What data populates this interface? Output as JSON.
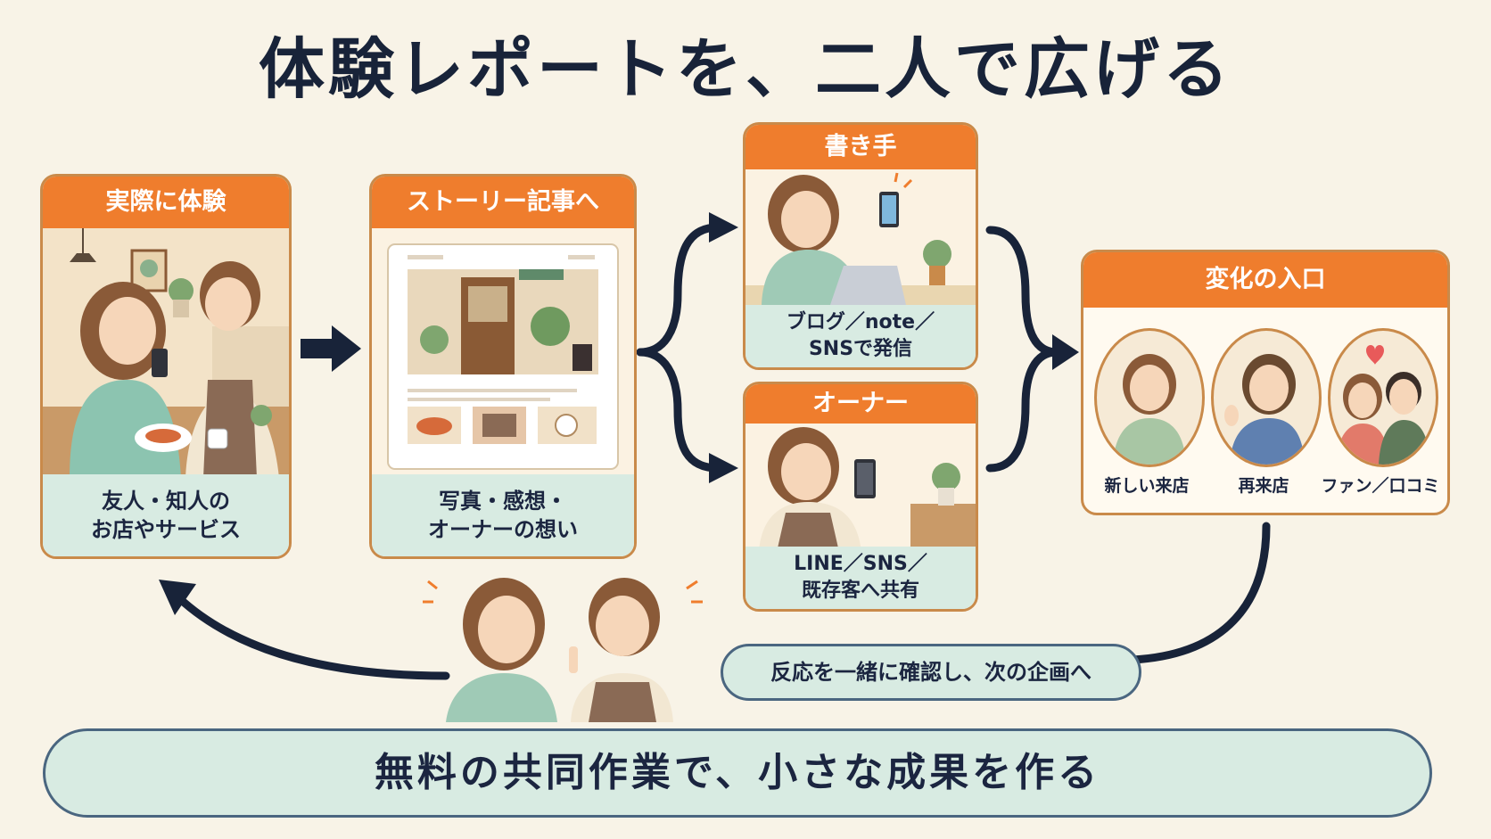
{
  "title": "体験レポートを、二人で広げる",
  "cards": {
    "experience": {
      "header": "実際に体験",
      "footer_line1": "友人・知人の",
      "footer_line2": "お店やサービス"
    },
    "story": {
      "header": "ストーリー記事へ",
      "footer_line1": "写真・感想・",
      "footer_line2": "オーナーの想い"
    },
    "writer": {
      "header": "書き手",
      "footer_line1": "ブログ／note／",
      "footer_line2": "SNSで発信"
    },
    "owner": {
      "header": "オーナー",
      "footer_line1": "LINE／SNS／",
      "footer_line2": "既存客へ共有"
    },
    "change": {
      "header": "変化の入口",
      "items": [
        "新しい来店",
        "再来店",
        "ファン／口コミ"
      ]
    }
  },
  "feedback_pill": "反応を一緒に確認し、次の企画へ",
  "bottom_banner": "無料の共同作業で、小さな成果を作る",
  "colors": {
    "accent_orange": "#ef7d2d",
    "mint": "#d8ebe2",
    "navy": "#182339",
    "background": "#f8f3e7"
  }
}
